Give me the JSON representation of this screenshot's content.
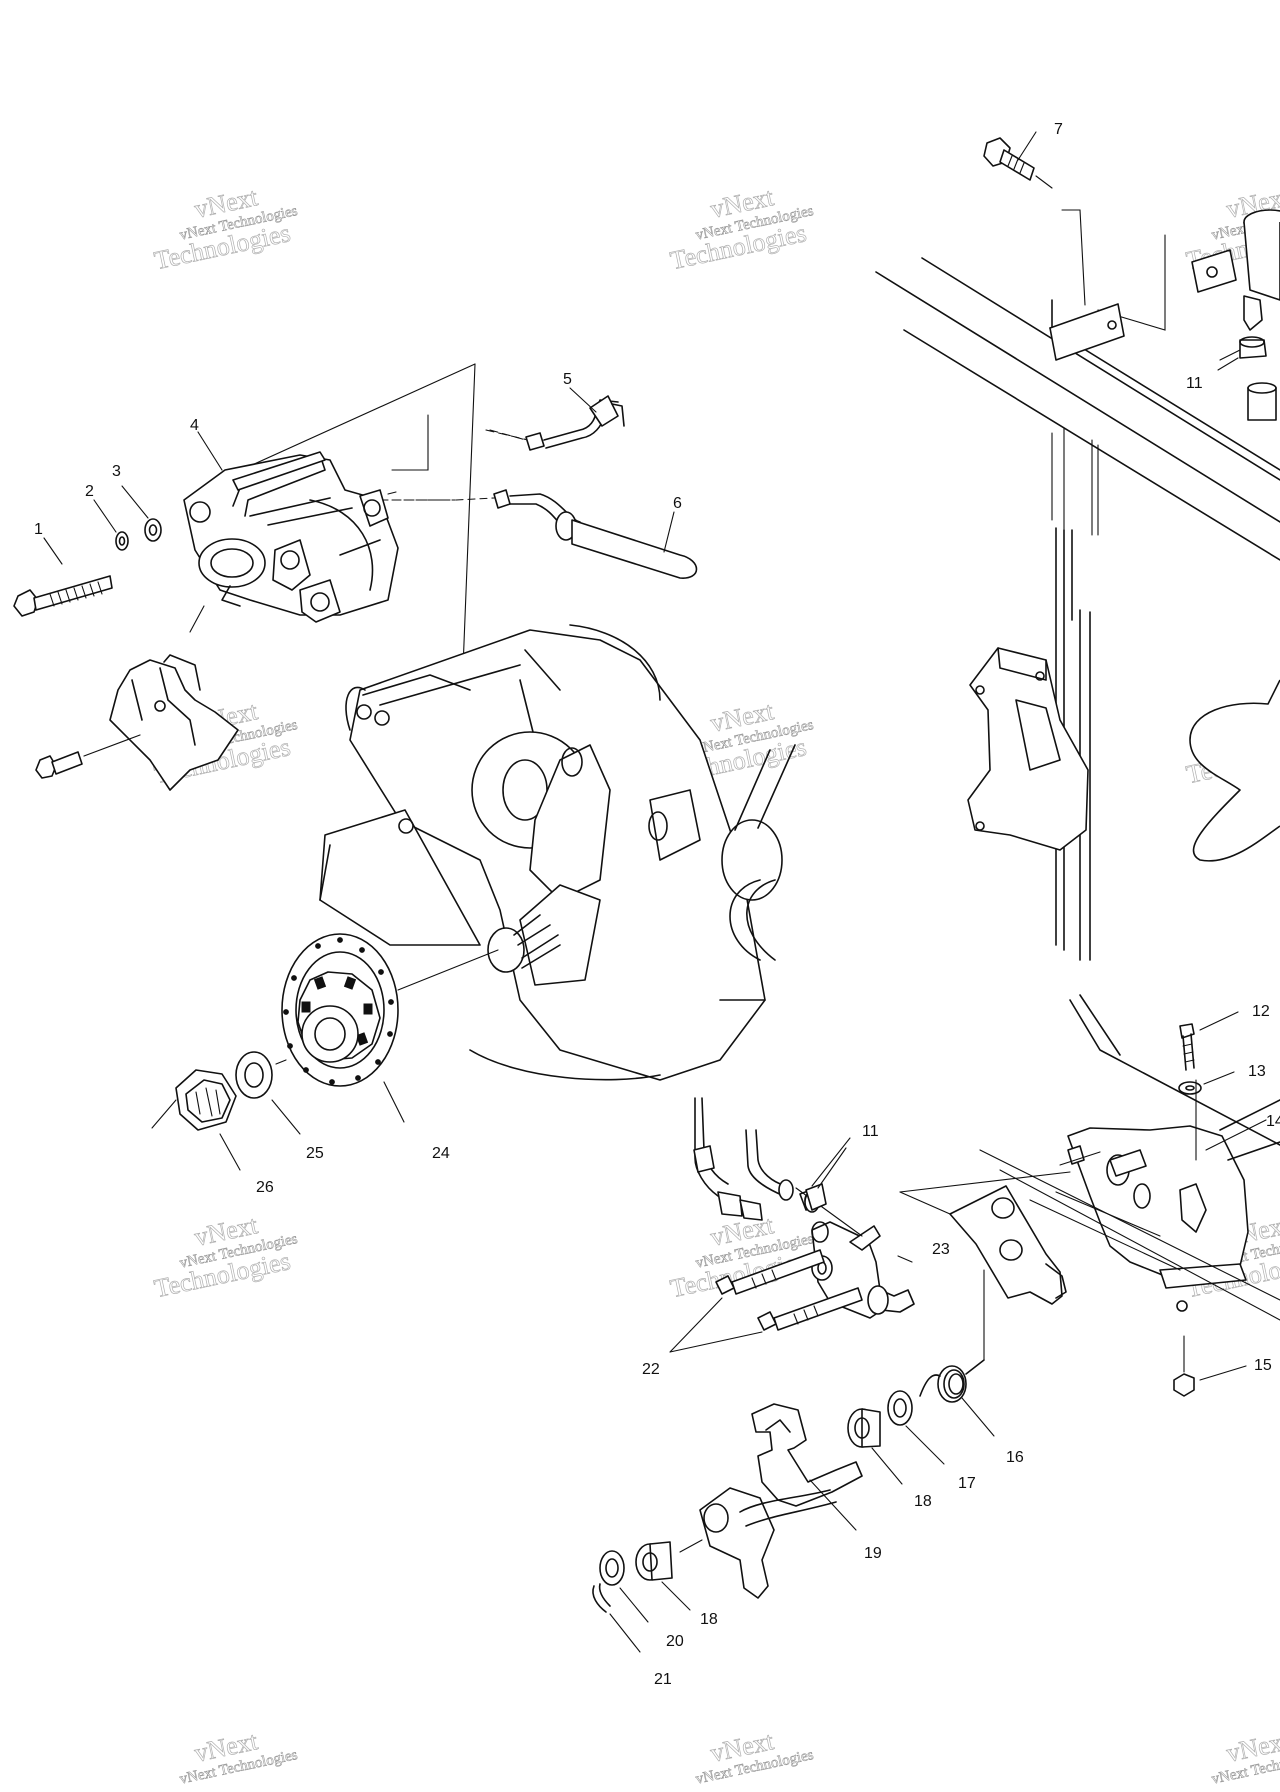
{
  "callouts": {
    "c1": "1",
    "c2": "2",
    "c3": "3",
    "c4": "4",
    "c5": "5",
    "c6": "6",
    "c7": "7",
    "c11a": "11",
    "c11b": "11",
    "c12": "12",
    "c13": "13",
    "c14": "14",
    "c15": "15",
    "c16": "16",
    "c17": "17",
    "c18a": "18",
    "c18b": "18",
    "c19": "19",
    "c20": "20",
    "c21": "21",
    "c22": "22",
    "c23": "23",
    "c24": "24",
    "c25": "25",
    "c26": "26"
  },
  "watermark": {
    "line1": "vNext Technologies",
    "line2": "vNext",
    "line3": "Technologies"
  }
}
